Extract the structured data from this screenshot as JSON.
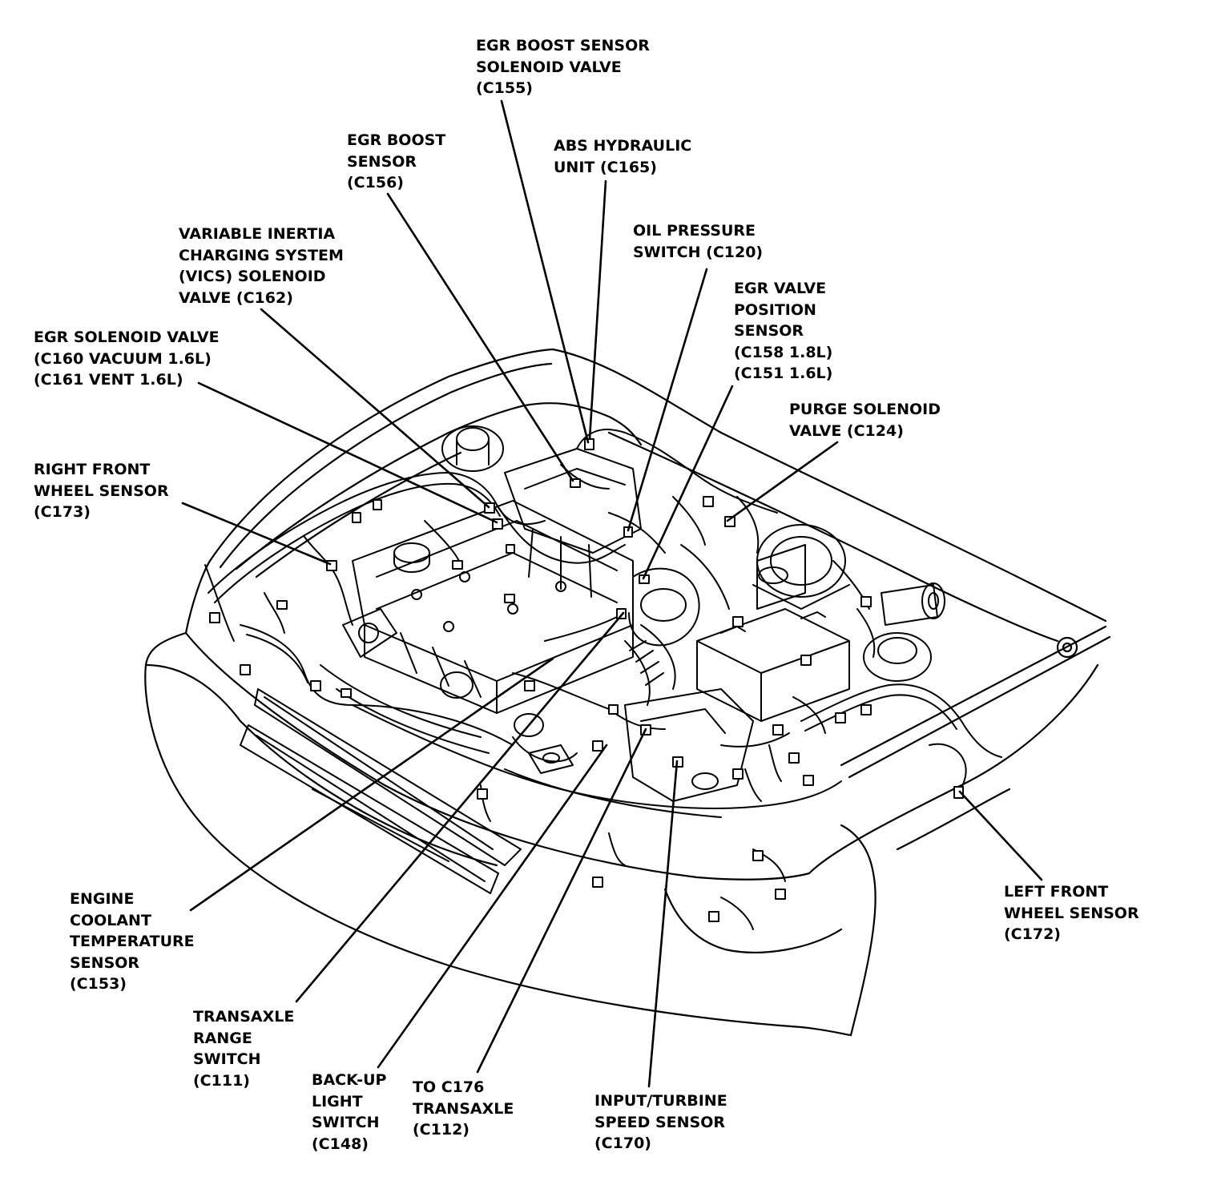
{
  "colors": {
    "ink": "#000000",
    "paper": "#ffffff"
  },
  "labels": {
    "egr_boost_solenoid": [
      "EGR BOOST SENSOR",
      "SOLENOID VALVE",
      "(C155)"
    ],
    "egr_boost_sensor": [
      "EGR BOOST",
      "SENSOR",
      "(C156)"
    ],
    "abs_hydraulic": [
      "ABS HYDRAULIC",
      "UNIT (C165)"
    ],
    "vics_solenoid": [
      "VARIABLE INERTIA",
      "CHARGING SYSTEM",
      "(VICS) SOLENOID",
      "VALVE (C162)"
    ],
    "oil_pressure": [
      "OIL PRESSURE",
      "SWITCH (C120)"
    ],
    "egr_valve_position": [
      "EGR VALVE",
      "POSITION",
      "SENSOR",
      "(C158 1.8L)",
      "(C151 1.6L)"
    ],
    "egr_solenoid_valve": [
      "EGR SOLENOID VALVE",
      "(C160 VACUUM 1.6L)",
      "(C161 VENT 1.6L)"
    ],
    "purge_solenoid": [
      "PURGE SOLENOID",
      "VALVE (C124)"
    ],
    "right_front_wheel": [
      "RIGHT FRONT",
      "WHEEL SENSOR",
      "(C173)"
    ],
    "left_front_wheel": [
      "LEFT FRONT",
      "WHEEL SENSOR",
      "(C172)"
    ],
    "coolant_temp": [
      "ENGINE",
      "COOLANT",
      "TEMPERATURE",
      "SENSOR",
      "(C153)"
    ],
    "transaxle_range": [
      "TRANSAXLE",
      "RANGE",
      "SWITCH",
      "(C111)"
    ],
    "backup_light": [
      "BACK-UP",
      "LIGHT",
      "SWITCH",
      "(C148)"
    ],
    "to_c176": [
      "TO C176",
      "TRANSAXLE",
      "(C112)"
    ],
    "input_turbine": [
      "INPUT/TURBINE",
      "SPEED SENSOR",
      "(C170)"
    ]
  }
}
